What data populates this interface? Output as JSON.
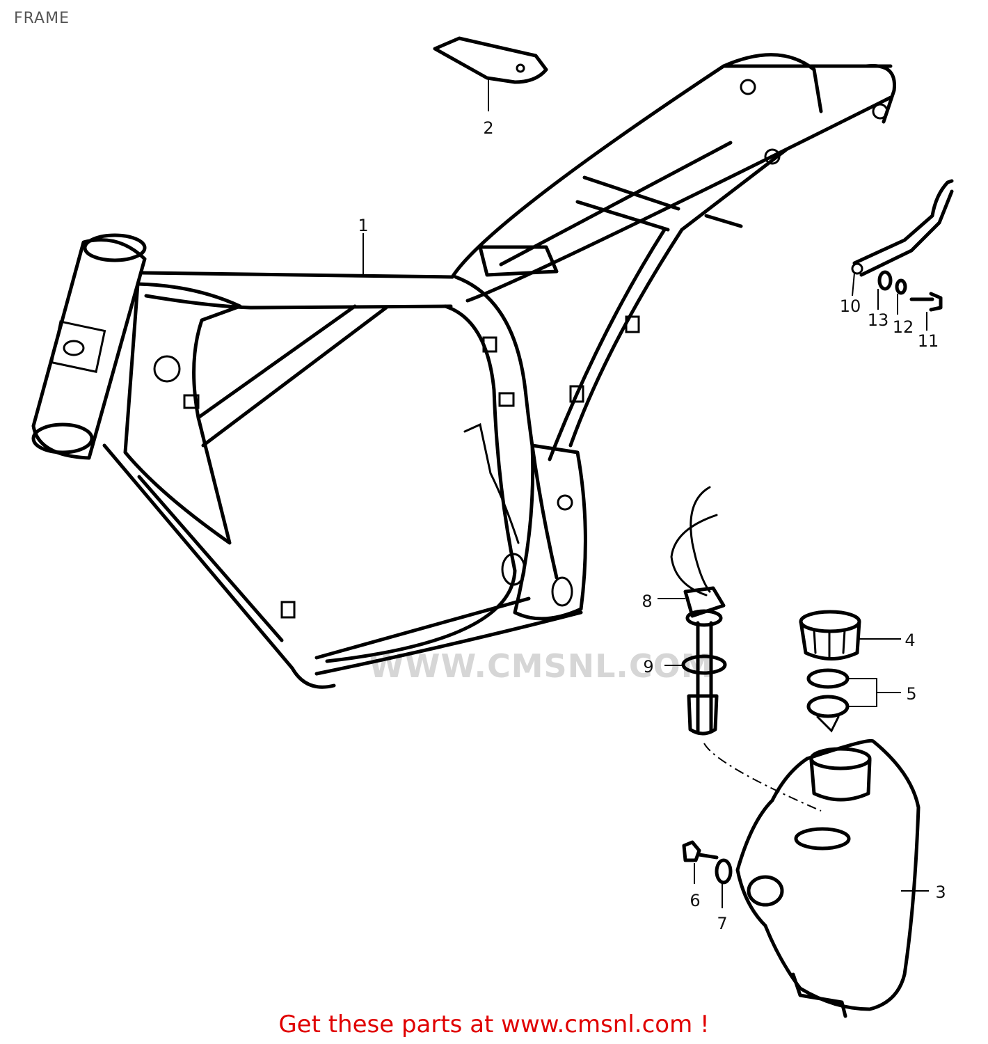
{
  "page": {
    "title": "FRAME",
    "footer_link": "Get these parts at www.cmsnl.com !",
    "footer_color": "#e00000",
    "watermark": "WWW.CMSNL.COM"
  },
  "callouts": [
    {
      "id": "1",
      "label": "1"
    },
    {
      "id": "2",
      "label": "2"
    },
    {
      "id": "3",
      "label": "3"
    },
    {
      "id": "4",
      "label": "4"
    },
    {
      "id": "5",
      "label": "5"
    },
    {
      "id": "6",
      "label": "6"
    },
    {
      "id": "7",
      "label": "7"
    },
    {
      "id": "8",
      "label": "8"
    },
    {
      "id": "9",
      "label": "9"
    },
    {
      "id": "10",
      "label": "10"
    },
    {
      "id": "11",
      "label": "11"
    },
    {
      "id": "12",
      "label": "12"
    },
    {
      "id": "13",
      "label": "13"
    }
  ]
}
